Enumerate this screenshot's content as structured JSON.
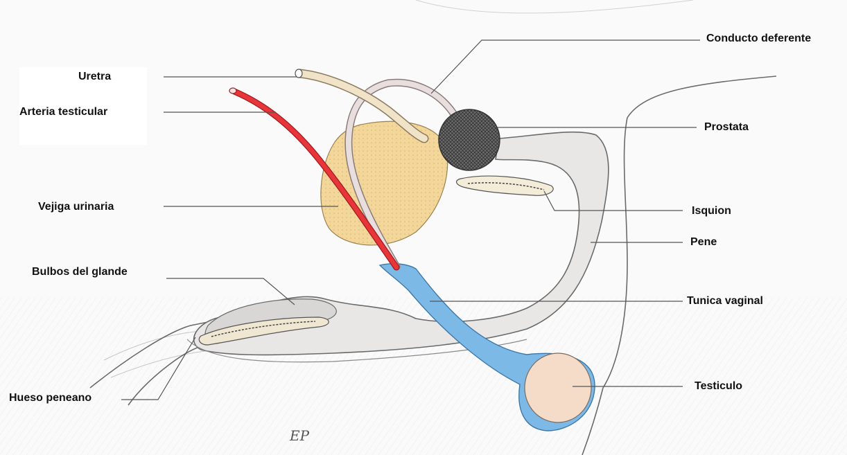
{
  "labels": {
    "uretra": "Uretra",
    "arteria_testicular": "Arteria testicular",
    "vejiga_urinaria": "Vejiga urinaria",
    "bulbos_del_glande": "Bulbos del glande",
    "hueso_peneano": "Hueso peneano",
    "conducto_deferente": "Conducto deferente",
    "prostata": "Prostata",
    "isquion": "Isquion",
    "pene": "Pene",
    "tunica_vaginal": "Tunica vaginal",
    "testiculo": "Testiculo"
  },
  "signature": "EP",
  "colors": {
    "arteria": "#e8353a",
    "tunica_vaginal": "#7cb9e6",
    "vejiga": "#f3d79a",
    "testiculo": "#f4dcc8",
    "tissue": "#e9e6e6",
    "prostata": "#5a5a5a",
    "uretra": "#f0e3c7",
    "leader_line": "#555555"
  }
}
